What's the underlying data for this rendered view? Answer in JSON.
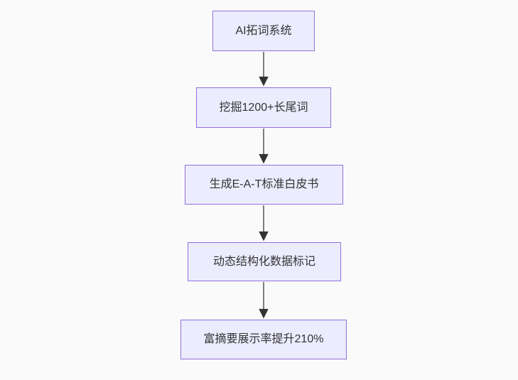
{
  "diagram": {
    "type": "flowchart",
    "direction": "top-down",
    "nodes": [
      {
        "label": "AI拓词系统"
      },
      {
        "label": "挖掘1200+长尾词"
      },
      {
        "label": "生成E-A-T标准白皮书"
      },
      {
        "label": "动态结构化数据标记"
      },
      {
        "label": "富摘要展示率提升210%"
      }
    ],
    "edges": [
      {
        "from": 0,
        "to": 1
      },
      {
        "from": 1,
        "to": 2
      },
      {
        "from": 2,
        "to": 3
      },
      {
        "from": 3,
        "to": 4
      }
    ],
    "colors": {
      "background": "#FAFAFA",
      "node_fill": "#ECECFF",
      "node_border": "#9370DB",
      "node_text": "#333333",
      "edge_line": "#555555",
      "arrowhead": "#333333"
    }
  }
}
